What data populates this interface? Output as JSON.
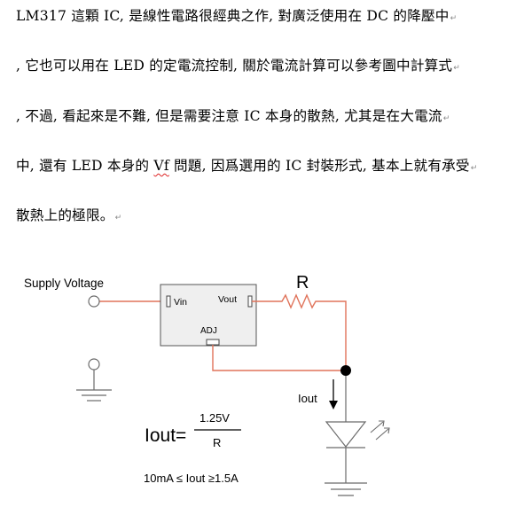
{
  "paragraph": {
    "line1": "LM317 這顆 IC, 是線性電路很經典之作, 對廣泛使用在 DC 的降壓中",
    "line2": ", 它也可以用在 LED 的定電流控制, 關於電流計算可以參考圖中計算式",
    "line3": ", 不過, 看起來是不難, 但是需要注意 IC 本身的散熱, 尤其是在大電流",
    "line4_a": "中, 還有 LED 本身的 ",
    "line4_vf": "Vf",
    "line4_b": " 問題, 因爲選用的 IC 封裝形式, 基本上就有承受",
    "line5": "散熱上的極限。",
    "para_mark": "↵"
  },
  "diagram": {
    "supply_label": "Supply Voltage",
    "vin_label": "Vin",
    "vout_label": "Vout",
    "adj_label": "ADJ",
    "resistor_label": "R",
    "iout_arrow_label": "Iout",
    "formula_lhs": "Iout=",
    "formula_numerator": "1.25V",
    "formula_denominator": "R",
    "range_prefix": "10mA ≤ ",
    "range_iout": "Iout",
    "range_suffix": " ≥1.5A",
    "colors": {
      "wire": "#e0735a",
      "ground": "#6b6b6b",
      "ic_fill": "#efefef",
      "node": "#000000"
    }
  }
}
